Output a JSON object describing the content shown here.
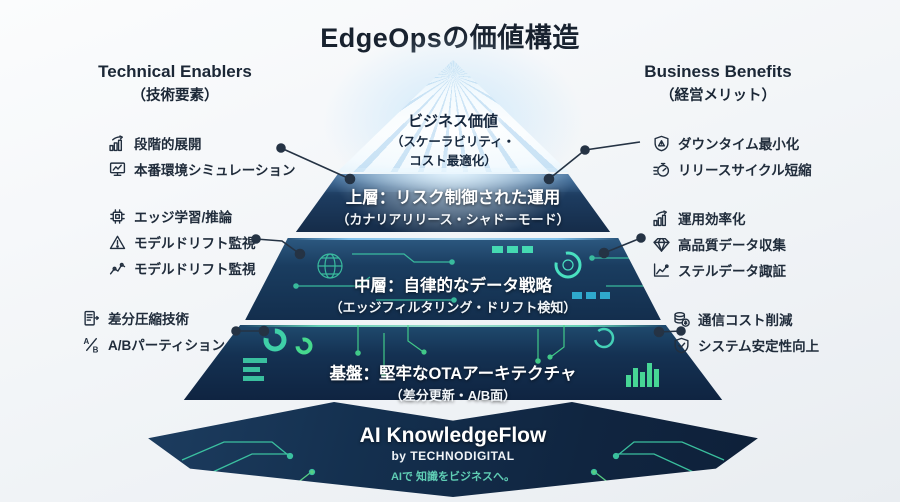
{
  "title": "EdgeOpsの価値構造",
  "left_column": {
    "heading": "Technical Enablers",
    "subheading": "（技術要素）",
    "groups": [
      {
        "items": [
          {
            "icon": "growth-chart-icon",
            "label": "段階的展開"
          },
          {
            "icon": "monitor-icon",
            "label": "本番環境シミュレーション"
          }
        ]
      },
      {
        "items": [
          {
            "icon": "chip-icon",
            "label": "エッジ学習/推論"
          },
          {
            "icon": "warning-triangle-icon",
            "label": "モデルドリフト監視"
          },
          {
            "icon": "trend-points-icon",
            "label": "モデルドリフト監視"
          }
        ]
      },
      {
        "items": [
          {
            "icon": "diff-file-icon",
            "label": "差分圧縮技術"
          },
          {
            "icon": "ab-split-icon",
            "label": "A/Bパーティション"
          }
        ]
      }
    ]
  },
  "right_column": {
    "heading": "Business Benefits",
    "subheading": "（経営メリット）",
    "groups": [
      {
        "items": [
          {
            "icon": "shield-alert-icon",
            "label": "ダウンタイム最小化"
          },
          {
            "icon": "stopwatch-icon",
            "label": "リリースサイクル短縮"
          }
        ]
      },
      {
        "items": [
          {
            "icon": "growth-chart-icon",
            "label": "運用効率化"
          },
          {
            "icon": "diamond-icon",
            "label": "高品質データ収集"
          },
          {
            "icon": "line-chart-icon",
            "label": "ステルデータ諏証"
          }
        ]
      },
      {
        "items": [
          {
            "icon": "coins-icon",
            "label": "通信コスト削減"
          },
          {
            "icon": "shield-check-icon",
            "label": "システム安定性向上"
          }
        ]
      }
    ]
  },
  "pyramid": {
    "layers": [
      {
        "id": "apex",
        "title": "ビジネス価値",
        "subtitle_line1": "（スケーラビリティ・",
        "subtitle_line2": "コスト最適化）"
      },
      {
        "id": "upper",
        "title": "上層：リスク制御された運用",
        "subtitle": "（カナリアリリース・シャドーモード）"
      },
      {
        "id": "middle",
        "title": "中層：自律的なデータ戦略",
        "subtitle": "（エッジフィルタリング・ドリフト検知）"
      },
      {
        "id": "foundation",
        "title": "基盤：堅牢なOTAアーキテクチャ",
        "subtitle": "（差分更新・A/B面）"
      }
    ],
    "base": {
      "brand": "AI KnowledgeFlow",
      "byline": "by TECHNODIGITAL",
      "tagline": "AIで 知識をビジネスへ。"
    }
  },
  "colors": {
    "accent_teal": "#3fd0a8",
    "accent_green": "#4ae09a",
    "navy_dark": "#122944",
    "text_dark": "#1f2b3a",
    "tagline_teal": "#5fcdb4",
    "apex_glow": "#cde8fa"
  }
}
